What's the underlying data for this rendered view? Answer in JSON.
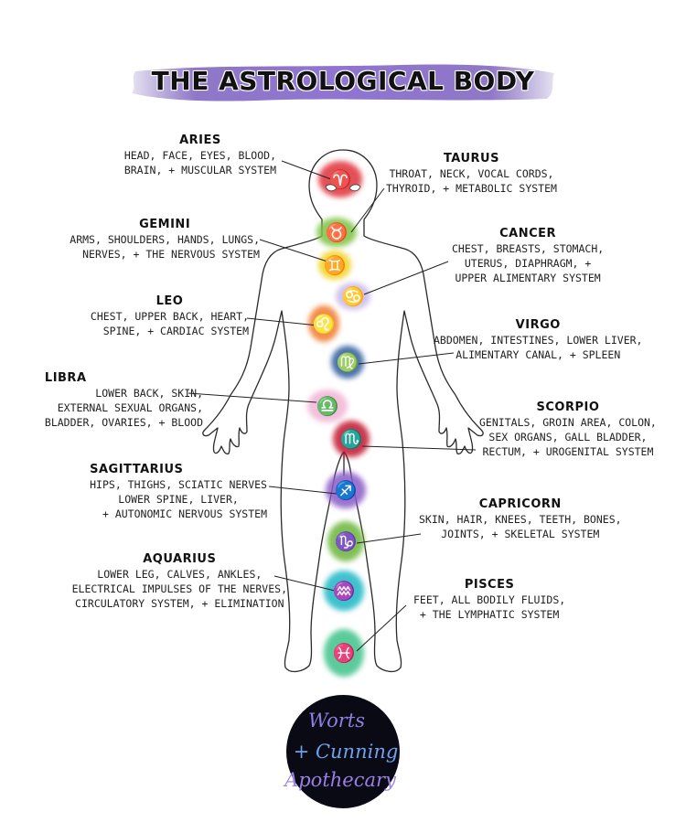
{
  "title": "THE ASTROLOGICAL BODY",
  "signs": [
    {
      "name": "ARIES",
      "lines": [
        "HEAD, FACE, EYES, BLOOD,",
        "BRAIN, + MUSCULAR SYSTEM"
      ],
      "glyph": "♈",
      "color": "#e0303a"
    },
    {
      "name": "TAURUS",
      "lines": [
        "THROAT, NECK, VOCAL CORDS,",
        "THYROID, + METABOLIC SYSTEM"
      ],
      "glyph": "♉",
      "color": "#7cc243"
    },
    {
      "name": "GEMINI",
      "lines": [
        "ARMS, SHOULDERS, HANDS, LUNGS,",
        "NERVES, + THE NERVOUS SYSTEM"
      ],
      "glyph": "♊",
      "color": "#f3d21f"
    },
    {
      "name": "CANCER",
      "lines": [
        "CHEST, BREASTS, STOMACH,",
        "UTERUS, DIAPHRAGM, +",
        "UPPER ALIMENTARY SYSTEM"
      ],
      "glyph": "♋",
      "color": "#c9b8e8"
    },
    {
      "name": "LEO",
      "lines": [
        "CHEST, UPPER BACK, HEART,",
        "SPINE, + CARDIAC SYSTEM"
      ],
      "glyph": "♌",
      "color": "#f07a2e"
    },
    {
      "name": "VIRGO",
      "lines": [
        "ABDOMEN, INTESTINES, LOWER LIVER,",
        "ALIMENTARY CANAL, + SPLEEN"
      ],
      "glyph": "♍",
      "color": "#2f5b9e"
    },
    {
      "name": "LIBRA",
      "lines": [
        "LOWER BACK, SKIN,",
        "EXTERNAL SEXUAL ORGANS,",
        "BLADDER, OVARIES, + BLOOD"
      ],
      "glyph": "♎",
      "color": "#f3b3d6"
    },
    {
      "name": "SCORPIO",
      "lines": [
        "GENITALS, GROIN AREA, COLON,",
        "SEX ORGANS, GALL BLADDER,",
        "RECTUM, + UROGENITAL SYSTEM"
      ],
      "glyph": "♏",
      "color": "#c2182f"
    },
    {
      "name": "SAGITTARIUS",
      "lines": [
        "HIPS, THIGHS, SCIATIC NERVES",
        "LOWER SPINE, LIVER,",
        "+ AUTONOMIC NERVOUS SYSTEM"
      ],
      "glyph": "♐",
      "color": "#8a5cc8"
    },
    {
      "name": "CAPRICORN",
      "lines": [
        "SKIN, HAIR, KNEES, TEETH, BONES,",
        "JOINTS, + SKELETAL SYSTEM"
      ],
      "glyph": "♑",
      "color": "#6cb63a"
    },
    {
      "name": "AQUARIUS",
      "lines": [
        "LOWER LEG, CALVES, ANKLES,",
        "ELECTRICAL IMPULSES OF THE NERVES,",
        "CIRCULATORY SYSTEM, + ELIMINATION"
      ],
      "glyph": "♒",
      "color": "#1fb7c4"
    },
    {
      "name": "PISCES",
      "lines": [
        "FEET, ALL BODILY FLUIDS,",
        "+ THE LYMPHATIC SYSTEM"
      ],
      "glyph": "♓",
      "color": "#3fc38a"
    }
  ],
  "logo": {
    "line1": "Worts",
    "line2": "+ Cunning",
    "line3": "Apothecary"
  },
  "colors": {
    "title_wash": "#6a4bb5",
    "logo_bg": "#0a0a14",
    "logo_text": "#8e7fe0"
  }
}
